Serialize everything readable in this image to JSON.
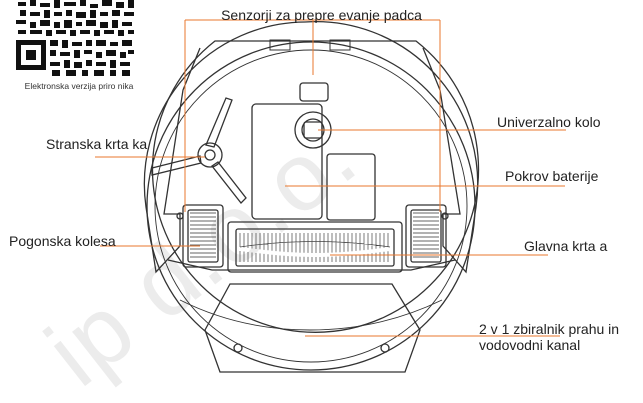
{
  "qr": {
    "caption": "Elektronska verzija priro nika"
  },
  "labels": {
    "cliff_sensors": "Senzorji za prepre evanje padca",
    "side_brush": "Stranska krta ka",
    "universal_wheel": "Univerzalno kolo",
    "battery_cover": "Pokrov baterije",
    "drive_wheels": "Pogonska kolesa",
    "main_brush": "Glavna krta a",
    "dustbin_line1": "2 v 1 zbiralnik prahu in",
    "dustbin_line2": "vodovodni kanal"
  },
  "watermark": {
    "text": "ip d.o.o."
  },
  "colors": {
    "leader_line": "#e8772e",
    "outline": "#333333",
    "watermark": "#e6e6e6"
  }
}
